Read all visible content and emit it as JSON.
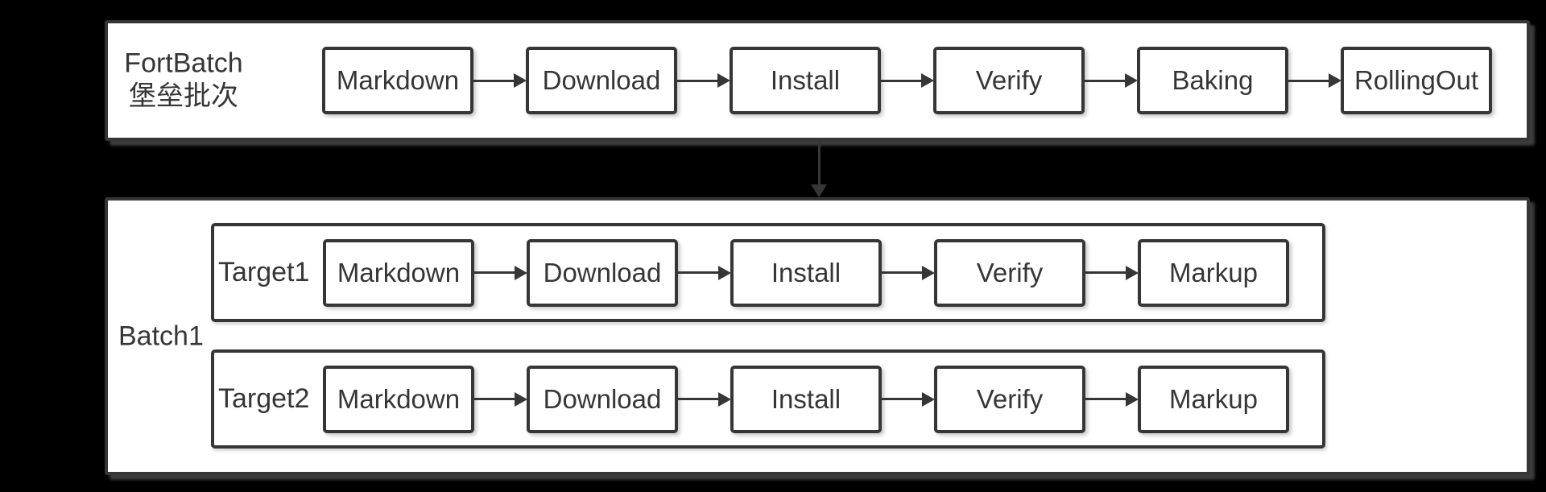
{
  "colors": {
    "background": "#000000",
    "surface": "#ffffff",
    "line": "#363636"
  },
  "fort_batch": {
    "label_line1": "FortBatch",
    "label_line2": "堡垒批次",
    "steps": [
      "Markdown",
      "Download",
      "Install",
      "Verify",
      "Baking",
      "RollingOut"
    ]
  },
  "batch1": {
    "label": "Batch1",
    "targets": [
      {
        "label": "Target1",
        "steps": [
          "Markdown",
          "Download",
          "Install",
          "Verify",
          "Markup"
        ]
      },
      {
        "label": "Target2",
        "steps": [
          "Markdown",
          "Download",
          "Install",
          "Verify",
          "Markup"
        ]
      }
    ]
  }
}
